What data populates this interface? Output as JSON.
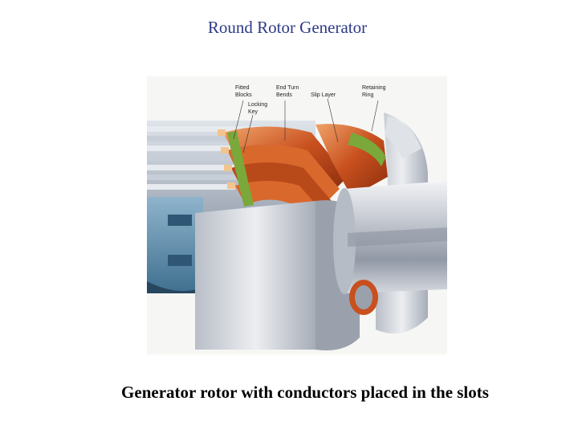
{
  "title": "Round Rotor Generator",
  "caption": "Generator rotor with conductors placed in the slots",
  "figure": {
    "labels": {
      "fitted_blocks_1": "Fitted",
      "fitted_blocks_2": "Blocks",
      "locking_key_1": "Locking",
      "locking_key_2": "Key",
      "end_turn_bends_1": "End Turn",
      "end_turn_bends_2": "Bends",
      "slip_layer": "Slip Layer",
      "retaining_ring_1": "Retaining",
      "retaining_ring_2": "Ring"
    },
    "colors": {
      "copper": "#c8501e",
      "copper_light": "#e8894a",
      "insulation_green": "#7aa83a",
      "steel": "#c9ccd3",
      "steel_dark": "#7d8594",
      "body_blue": "#5d8fb0"
    }
  }
}
